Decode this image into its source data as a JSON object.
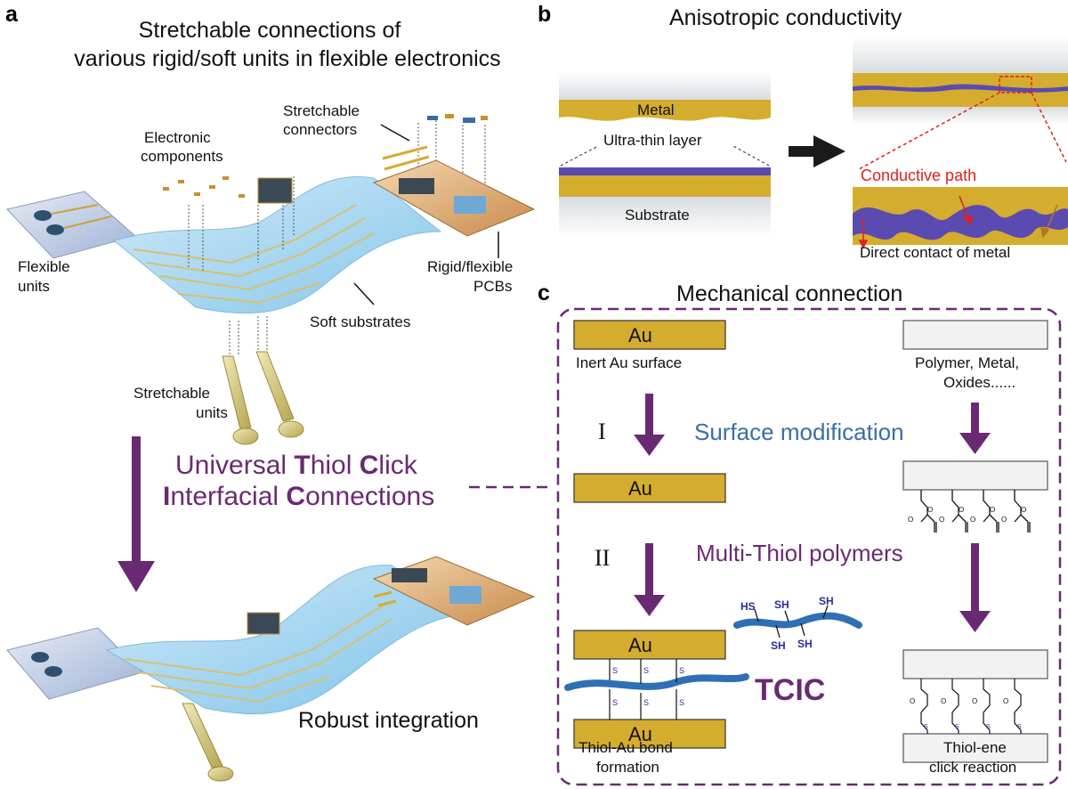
{
  "panels": {
    "a": {
      "letter": "a",
      "title_line1": "Stretchable connections of",
      "title_line2": "various rigid/soft units in flexible electronics",
      "labels": {
        "electronic_components_1": "Electronic",
        "electronic_components_2": "components",
        "stretchable_connectors_1": "Stretchable",
        "stretchable_connectors_2": "connectors",
        "flexible_units_1": "Flexible",
        "flexible_units_2": "units",
        "rigid_pcbs_1": "Rigid/flexible",
        "rigid_pcbs_2": "PCBs",
        "soft_substrates": "Soft substrates",
        "stretchable_units_1": "Stretchable",
        "stretchable_units_2": "units",
        "robust_integration": "Robust integration"
      },
      "tcic_line1": {
        "a": "Universal ",
        "b": "T",
        "c": "hiol ",
        "d": "C",
        "e": "lick"
      },
      "tcic_line2": {
        "a": "I",
        "b": "nterfacial ",
        "c": "C",
        "d": "onnections"
      }
    },
    "b": {
      "letter": "b",
      "title": "Anisotropic conductivity",
      "metal": "Metal",
      "ultra_thin": "Ultra-thin layer",
      "substrate": "Substrate",
      "conductive_path": "Conductive path",
      "direct_contact": "Direct contact of metal"
    },
    "c": {
      "letter": "c",
      "title": "Mechanical connection",
      "au": "Au",
      "inert_au": "Inert Au surface",
      "polymer_line1": "Polymer, Metal,",
      "polymer_line2": "Oxides......",
      "step1": "I",
      "step2": "II",
      "surface_mod": "Surface modification",
      "multi_thiol": "Multi-Thiol polymers",
      "tcic": "TCIC",
      "thiol_au_1": "Thiol-Au bond",
      "thiol_au_2": "formation",
      "thiol_ene_1": "Thiol-ene",
      "thiol_ene_2": "click reaction",
      "sh": "SH",
      "hs": "HS",
      "s": "S"
    }
  },
  "colors": {
    "gold": "#d4ad2e",
    "purple": "#6a2a73",
    "blue_layer": "#5a4bb0",
    "polymer_blue": "#2f6fb5",
    "surface_mod_blue": "#3a6ea5",
    "red": "#e02020"
  }
}
